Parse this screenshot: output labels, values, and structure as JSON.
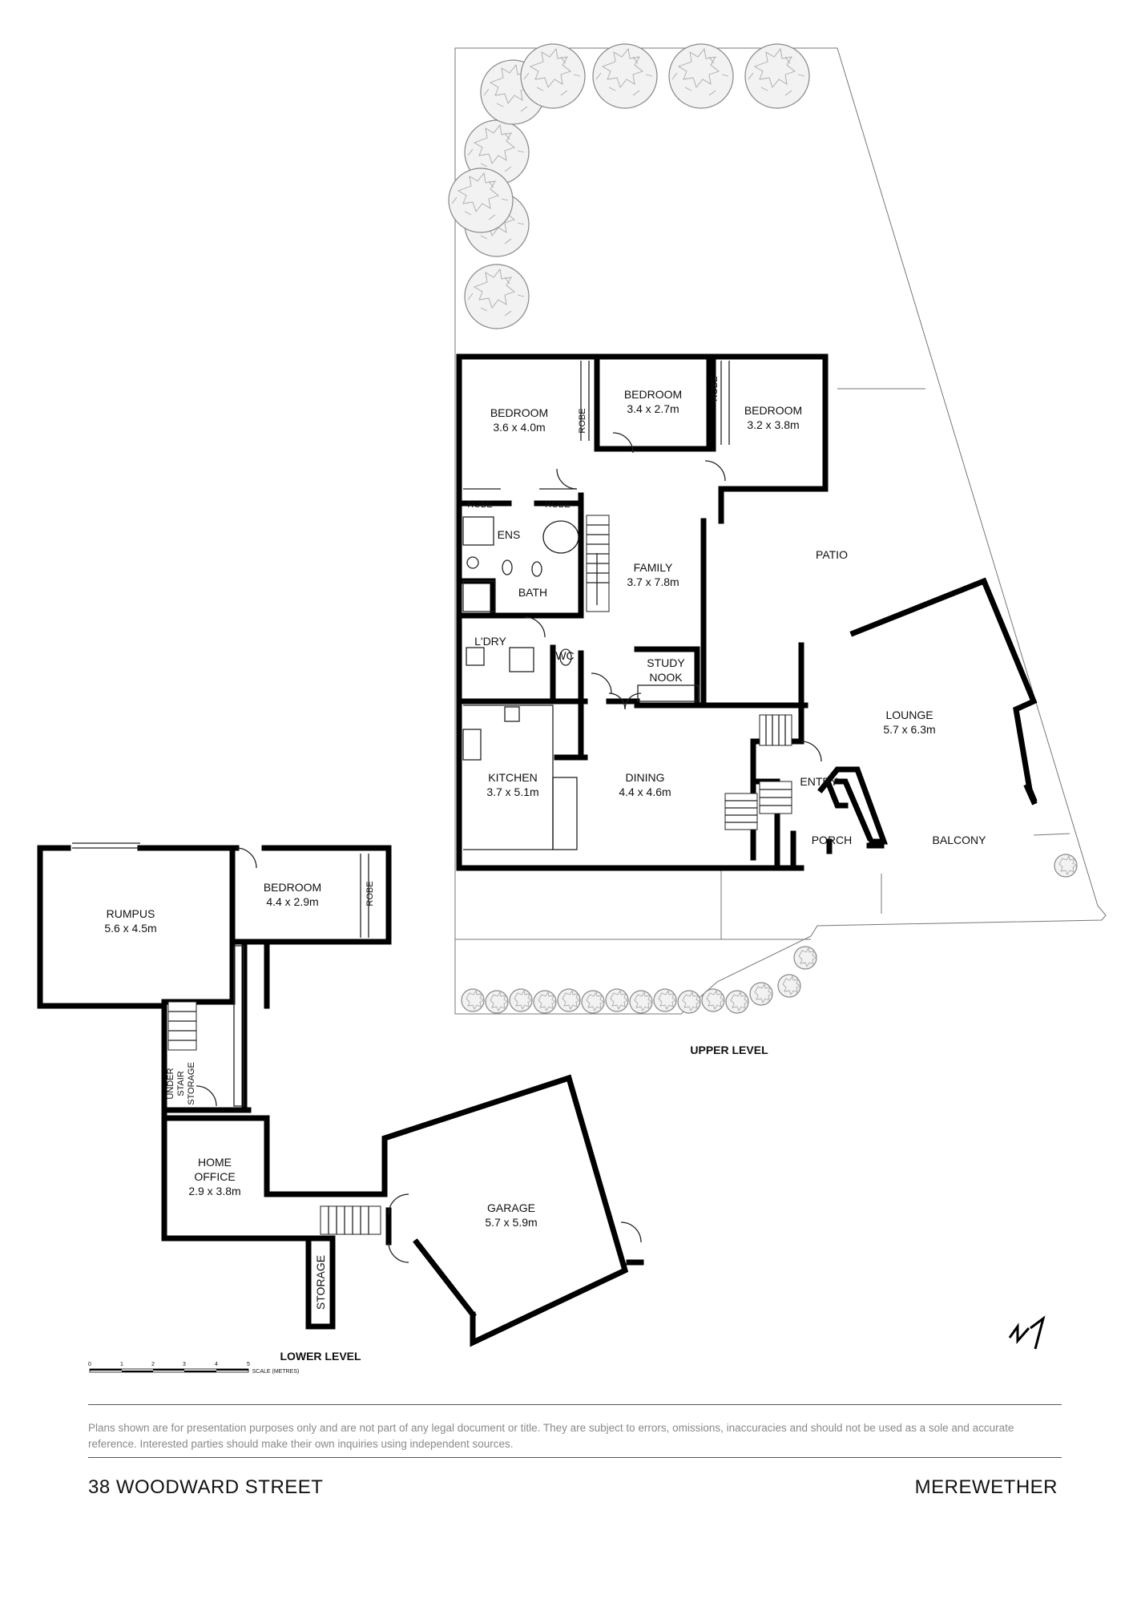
{
  "rooms": {
    "upper": [
      {
        "id": "bedroom1",
        "name": "BEDROOM",
        "size": "3.6 x 4.0m"
      },
      {
        "id": "bedroom2",
        "name": "BEDROOM",
        "size": "3.4 x 2.7m"
      },
      {
        "id": "bedroom3",
        "name": "BEDROOM",
        "size": "3.2 x 3.8m"
      },
      {
        "id": "family",
        "name": "FAMILY",
        "size": "3.7 x 7.8m"
      },
      {
        "id": "kitchen",
        "name": "KITCHEN",
        "size": "3.7 x 5.1m"
      },
      {
        "id": "dining",
        "name": "DINING",
        "size": "4.4 x 4.6m"
      },
      {
        "id": "lounge",
        "name": "LOUNGE",
        "size": "5.7 x 6.3m"
      }
    ],
    "lower": [
      {
        "id": "rumpus",
        "name": "RUMPUS",
        "size": "5.6 x 4.5m"
      },
      {
        "id": "bedroom4",
        "name": "BEDROOM",
        "size": "4.4 x 2.9m"
      },
      {
        "id": "office",
        "name": "HOME\nOFFICE",
        "size": "2.9 x 3.8m"
      },
      {
        "id": "garage",
        "name": "GARAGE",
        "size": "5.7 x 5.9m"
      }
    ]
  },
  "labels": {
    "robe": "ROBE",
    "ens": "ENS",
    "bath": "BATH",
    "ldry": "L'DRY",
    "wc": "WC",
    "study_line1": "STUDY",
    "study_line2": "NOOK",
    "patio": "PATIO",
    "entry": "ENTRY",
    "porch": "PORCH",
    "balcony": "BALCONY",
    "under_stair_1": "UNDER",
    "under_stair_2": "STAIR",
    "under_stair_3": "STORAGE",
    "storage": "STORAGE",
    "upper_level": "UPPER LEVEL",
    "lower_level": "LOWER LEVEL"
  },
  "scale": {
    "ticks": [
      "0",
      "1",
      "2",
      "3",
      "4",
      "5"
    ],
    "caption": "SCALE (METRES)"
  },
  "footer": {
    "disclaimer": "Plans shown are for presentation purposes only and are not part of any legal document or title. They are subject to errors, omissions, inaccuracies and should not be used as a sole and accurate reference. Interested parties should make their own inquiries using independent sources.",
    "address": "38 WOODWARD STREET",
    "suburb": "MEREWETHER"
  },
  "icons": {
    "north_arrow": "north-arrow-icon"
  }
}
